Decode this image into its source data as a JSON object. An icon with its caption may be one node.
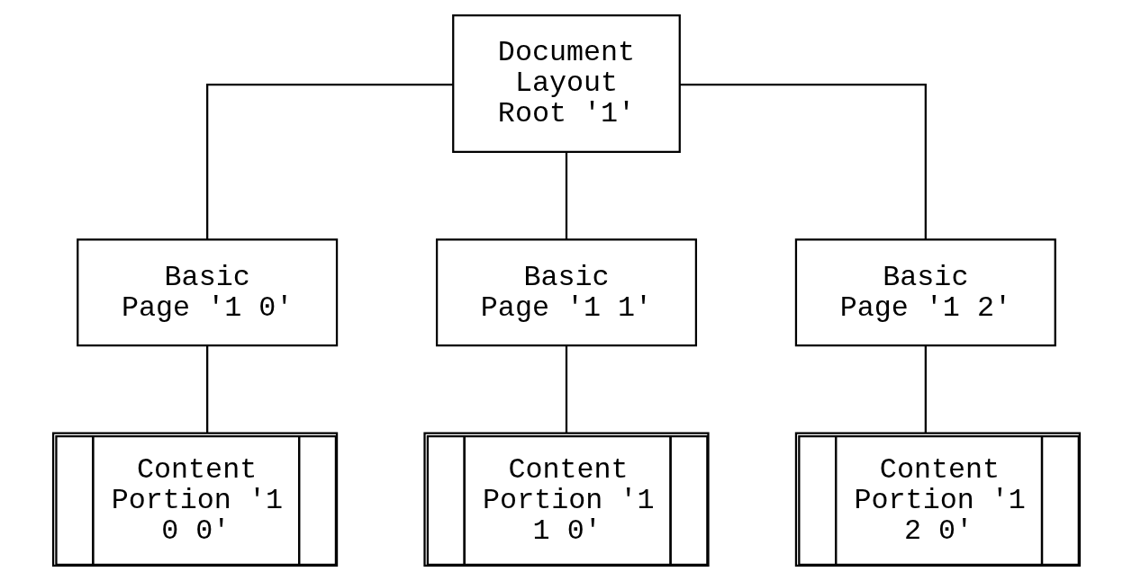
{
  "diagram": {
    "nodes": [
      {
        "text": [
          "Document Layout Root '1'"
        ]
      },
      {
        "text": [
          "Basic Page '1 0'"
        ]
      },
      {
        "text": [
          "Basic Page '1 1'"
        ]
      },
      {
        "text": [
          "Basic Page '1 2'"
        ]
      },
      {
        "text": [
          "Content Portion '1 0 0'"
        ]
      },
      {
        "text": [
          "Content Portion '1 1 0'"
        ]
      },
      {
        "text": [
          "Content Portion '1 2 0'"
        ]
      }
    ],
    "edges": [
      {
        "from": 0,
        "to": 1,
        "arrow": "none"
      },
      {
        "from": 0,
        "to": 2,
        "arrow": "none"
      },
      {
        "from": 0,
        "to": 3,
        "arrow": "none"
      },
      {
        "from": 1,
        "to": 4,
        "arrow": "none"
      },
      {
        "from": 2,
        "to": 5,
        "arrow": "none"
      },
      {
        "from": 3,
        "to": 6,
        "arrow": "none"
      }
    ]
  }
}
